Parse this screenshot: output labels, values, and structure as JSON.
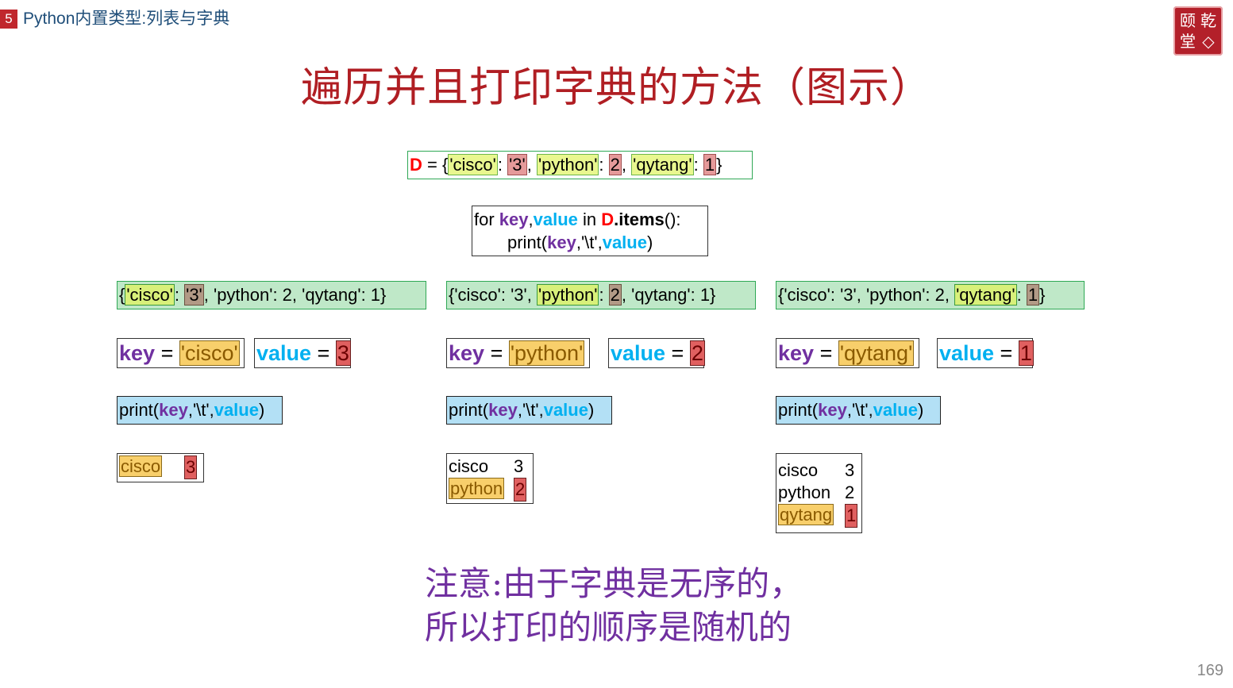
{
  "header": {
    "chapter_number": "5",
    "chapter_title": "Python内置类型:列表与字典",
    "logo_chars": [
      "颐",
      "乾",
      "堂",
      "◇"
    ]
  },
  "slide": {
    "title": "遍历并且打印字典的方法（图示）",
    "dict_def": {
      "name": "D",
      "eq": " = {",
      "k1": "'cisco'",
      "v1": "'3'",
      "k2": "'python'",
      "v2": "2",
      "k3": "'qytang'",
      "v3": "1",
      "close": "}"
    },
    "loop": {
      "for": "for ",
      "key": "key",
      "comma": ",",
      "value": "value",
      "in": " in ",
      "d": "D",
      "items": ".items",
      "paren": "():",
      "print_open": "print(",
      "tab": ",'\\t',",
      "print_close": ")"
    },
    "iterations": [
      {
        "pre": "{",
        "hk": "'cisco'",
        "mid": ": ",
        "hv": "'3'",
        "post": ", 'python': 2, 'qytang': 1}",
        "key_label": "key",
        "key_eq": " = ",
        "key_val": "'cisco'",
        "val_label": "value",
        "val_eq": " = ",
        "val_val": "3",
        "print_open": "print(",
        "print_key": "key",
        "print_tab": ",'\\t',",
        "print_value": "value",
        "print_close": ")",
        "output": [
          {
            "k": "cisco",
            "v": "3",
            "hl": true
          }
        ]
      },
      {
        "pre": "{'cisco': '3', ",
        "hk": "'python'",
        "mid": ": ",
        "hv": "2",
        "post": ", 'qytang': 1}",
        "key_label": "key",
        "key_eq": " = ",
        "key_val": "'python'",
        "val_label": "value",
        "val_eq": " = ",
        "val_val": "2",
        "print_open": "print(",
        "print_key": "key",
        "print_tab": ",'\\t',",
        "print_value": "value",
        "print_close": ")",
        "output": [
          {
            "k": "cisco",
            "v": "3",
            "hl": false
          },
          {
            "k": "python",
            "v": "2",
            "hl": true
          }
        ]
      },
      {
        "pre": "{'cisco': '3', 'python': 2, ",
        "hk": "'qytang'",
        "mid": ": ",
        "hv": "1",
        "post": "}",
        "key_label": "key",
        "key_eq": " = ",
        "key_val": "'qytang'",
        "val_label": "value",
        "val_eq": " = ",
        "val_val": "1",
        "print_open": "print(",
        "print_key": "key",
        "print_tab": ",'\\t',",
        "print_value": "value",
        "print_close": ")",
        "output": [
          {
            "k": "cisco",
            "v": "3",
            "hl": false
          },
          {
            "k": "python",
            "v": "2",
            "hl": false
          },
          {
            "k": "qytang",
            "v": "1",
            "hl": true
          }
        ]
      }
    ],
    "note_line1": "注意:由于字典是无序的，",
    "note_line2": "所以打印的顺序是随机的",
    "page_number": "169"
  }
}
